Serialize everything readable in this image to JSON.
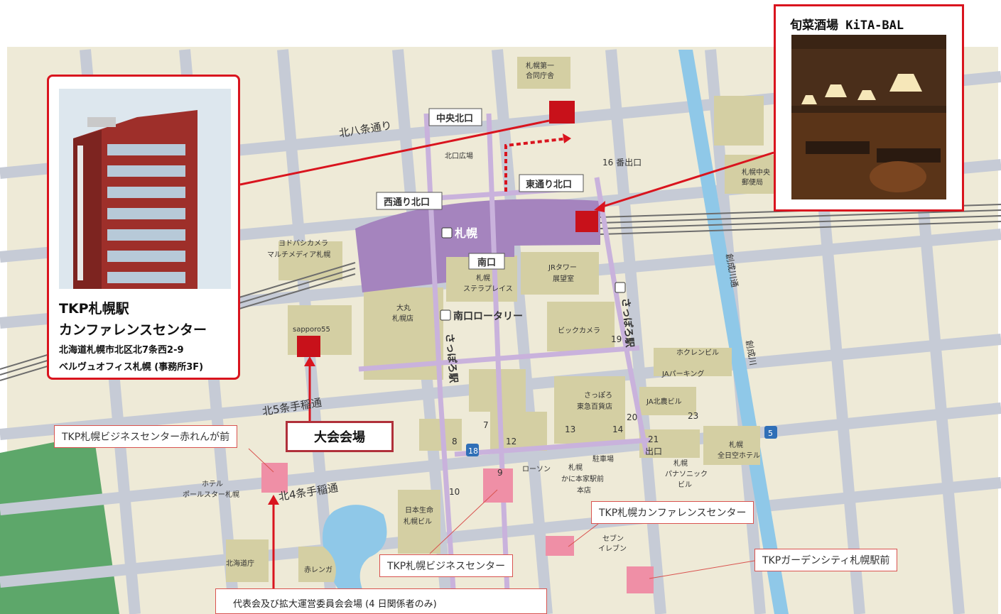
{
  "map": {
    "streets": {
      "kita8": "北八条通り",
      "kita5": "北5条手稲通",
      "kita4": "北4条手稲通",
      "sosei": "創成川通",
      "soseigawa": "創成川"
    },
    "exits": {
      "chuo_kita": "中央北口",
      "nishi_dori_kita": "西通り北口",
      "higashi_dori_kita": "東通り北口",
      "minami": "南口",
      "exit16": "16 番出口",
      "exit21": "21",
      "exit21_label": "出口"
    },
    "stations": {
      "sapporo_jr": "札幌",
      "sapporo_subway": "さっぽろ駅",
      "minamiguchi_rotary": "南口ロータリー"
    },
    "buildings": {
      "godo1": "札幌第一",
      "godo2": "合同庁舎",
      "kitaguchi_hiroba": "北口広場",
      "yubinkyoku1": "札幌中央",
      "yubinkyoku2": "郵便局",
      "yodobashi1": "ヨドバシカメラ",
      "yodobashi2": "マルチメディア札幌",
      "stellar1": "札幌",
      "stellar2": "ステラプレイス",
      "jrtower1": "JRタワー",
      "jrtower2": "展望室",
      "daimaru1": "大丸",
      "daimaru2": "札幌店",
      "biccamera": "ビックカメラ",
      "sapporo55": "sapporo55",
      "hokuren": "ホクレンビル",
      "japarking": "JAパーキング",
      "jakitano": "JA北農ビル",
      "tokyu1": "さっぽろ",
      "tokyu2": "東急百貨店",
      "ana1": "札幌",
      "ana2": "全日空ホテル",
      "panasonic1": "札幌",
      "panasonic2": "パナソニック",
      "panasonic3": "ビル",
      "lawson": "ローソン",
      "kani1": "札幌",
      "kani2": "かに本家駅前",
      "kani3": "本店",
      "parking": "駐車場",
      "polestar1": "ホテル",
      "polestar2": "ポールスター札幌",
      "nissay1": "日本生命",
      "nissay2": "札幌ビル",
      "seven1": "セブン",
      "seven2": "イレブン",
      "dochou": "北海道庁",
      "akarenga": "赤レンガ"
    },
    "exit_numbers": [
      "7",
      "8",
      "9",
      "10",
      "12",
      "13",
      "14",
      "19",
      "20",
      "23"
    ],
    "route_badges": [
      "18",
      "5"
    ]
  },
  "callouts": {
    "akarenga_mae": "TKP札幌ビジネスセンター赤れんが前",
    "conference_center": "TKP札幌カンファレンスセンター",
    "business_center": "TKP札幌ビジネスセンター",
    "garden_city": "TKPガーデンシティ札幌駅前"
  },
  "info_card": {
    "title1": "TKP札幌駅",
    "title2": "カンファレンスセンター",
    "address1": "北海道札幌市北区北7条西2-9",
    "address2": "ベルヴュオフィス札幌 (事務所3F)"
  },
  "kita_bal": {
    "title": "旬菜酒場 KiTA-BAL"
  },
  "venue_label": "大会会場",
  "representative_label": "代表会及び拡大運営委員会会場 (4 日関係者のみ)",
  "colors": {
    "background": "#eeead7",
    "street": "#c6cbd6",
    "station": "#a584be",
    "building": "#d4cfa3",
    "marker": "#c8111a",
    "callout_border": "#d9141e",
    "river": "#8fc8e8",
    "park": "#5da76a",
    "tkp_pink": "#ef8fa6"
  }
}
